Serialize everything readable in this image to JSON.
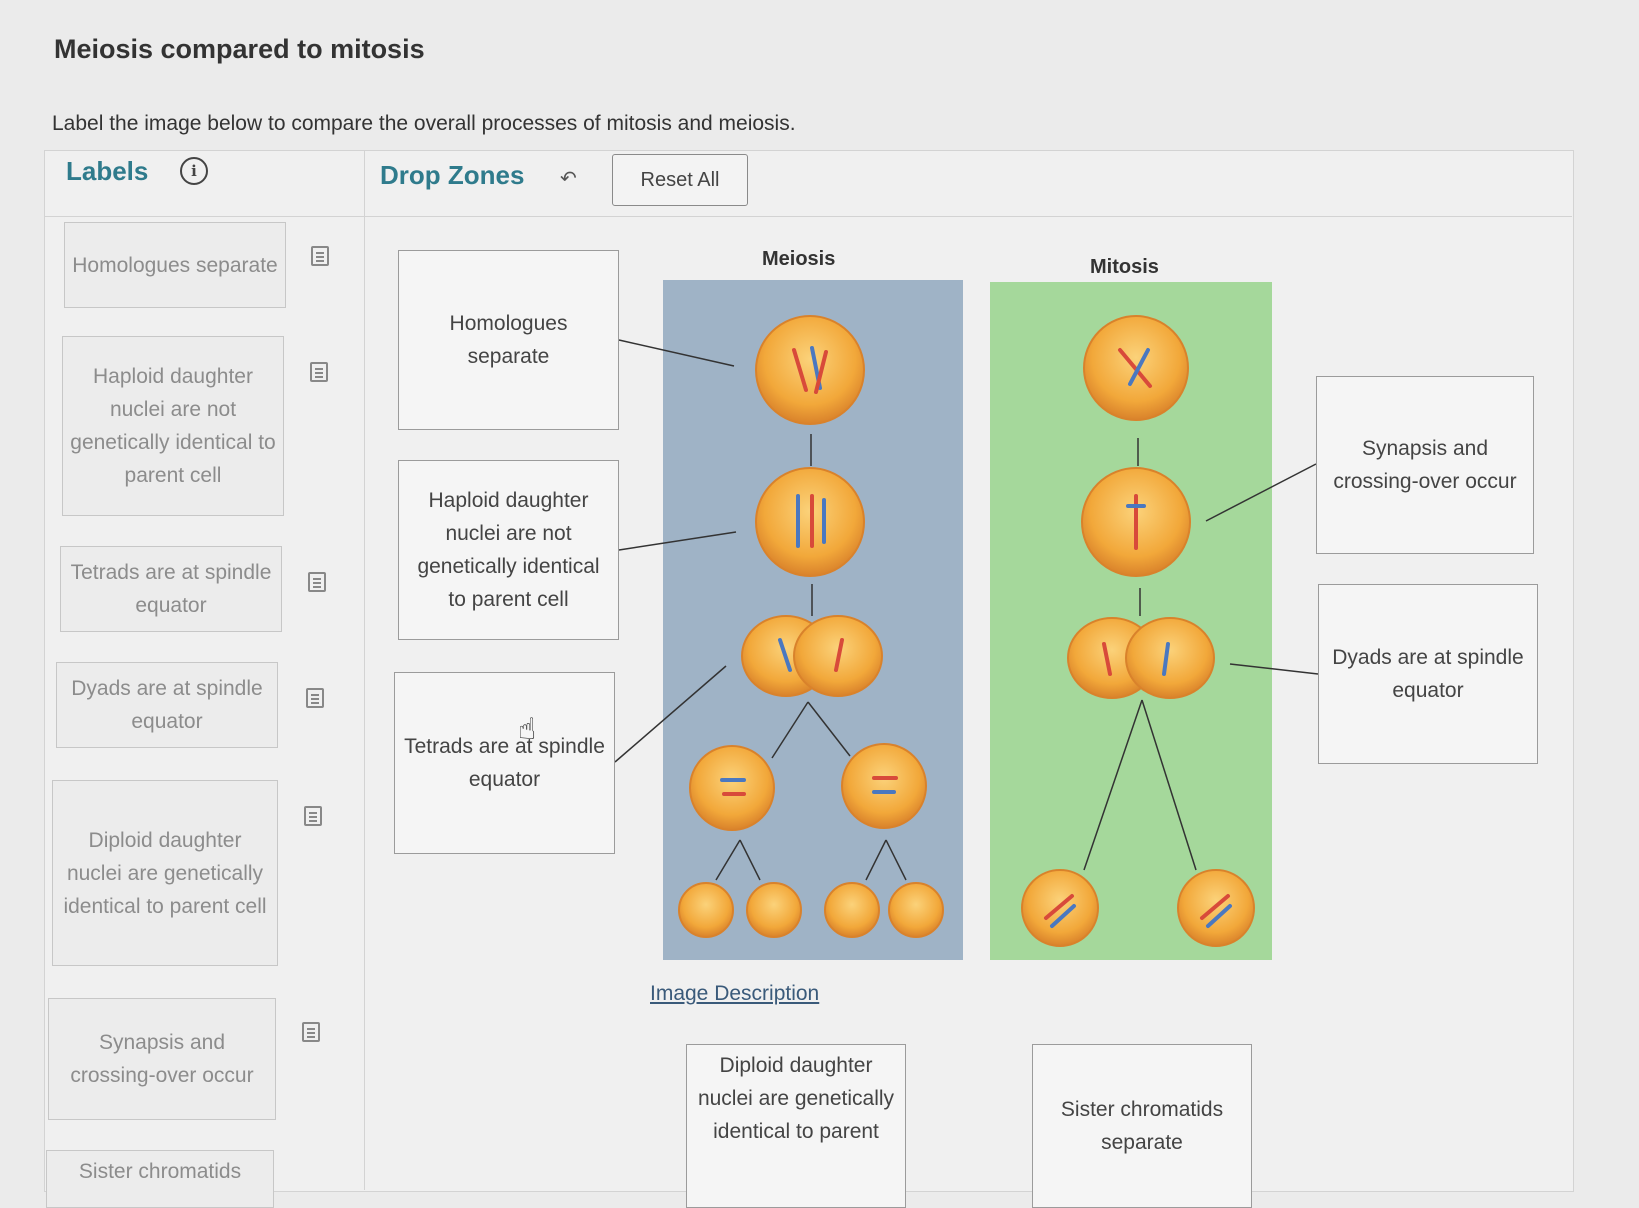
{
  "page": {
    "title": "Meiosis compared to mitosis",
    "instructions": "Label the image below to compare the overall processes of mitosis and meiosis."
  },
  "labels_panel": {
    "heading": "Labels",
    "info_icon": "i",
    "items": [
      {
        "text": "Homologues separate"
      },
      {
        "text": "Haploid daughter nuclei are not genetically identical to parent cell"
      },
      {
        "text": "Tetrads are at spindle equator"
      },
      {
        "text": "Dyads are at spindle equator"
      },
      {
        "text": "Diploid daughter nuclei are genetically identical to parent cell"
      },
      {
        "text": "Synapsis and crossing-over occur"
      },
      {
        "text": "Sister chromatids"
      }
    ]
  },
  "drop_zones_panel": {
    "heading": "Drop Zones",
    "undo_icon": "↶",
    "reset_label": "Reset All"
  },
  "diagram": {
    "meiosis_title": "Meiosis",
    "mitosis_title": "Mitosis",
    "image_description_link": "Image Description",
    "colors": {
      "meiosis_bg": "#9fb3c6",
      "mitosis_bg": "#a5d89b",
      "cell": "#f2a83a",
      "cell_edge": "#d9822b",
      "chrom_red": "#d84a3a",
      "chrom_blue": "#4a78c0"
    }
  },
  "drop_zones": [
    {
      "id": "dz1",
      "text": "Homologues separate"
    },
    {
      "id": "dz2",
      "text": "Haploid daughter nuclei are not genetically identical to parent cell"
    },
    {
      "id": "dz3",
      "text": "Tetrads are at spindle equator"
    },
    {
      "id": "dz4",
      "text": "Synapsis and crossing-over occur"
    },
    {
      "id": "dz5",
      "text": "Dyads are at spindle equator"
    },
    {
      "id": "dz6",
      "text": "Diploid daughter nuclei are genetically identical to parent"
    },
    {
      "id": "dz7",
      "text": "Sister chromatids separate"
    }
  ],
  "cursor_icon": "hand-pointer-icon"
}
